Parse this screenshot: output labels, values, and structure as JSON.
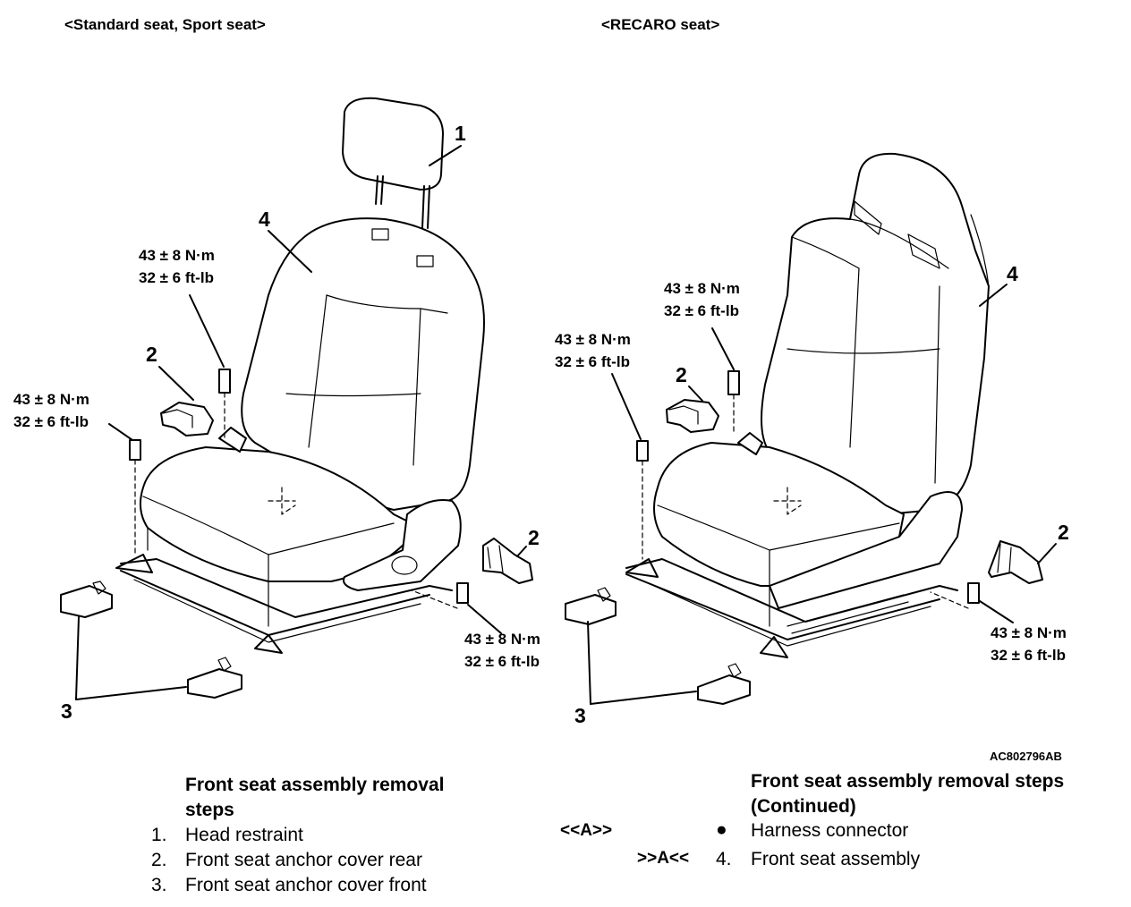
{
  "headings": {
    "left": "<Standard seat, Sport seat>",
    "right": "<RECARO seat>"
  },
  "torque": {
    "nm": "43 ± 8 N·m",
    "ftlb": "32 ± 6 ft-lb"
  },
  "callouts": {
    "c1": "1",
    "c2": "2",
    "c3": "3",
    "c4": "4"
  },
  "figure_code": "AC802796AB",
  "steps_left": {
    "title_line1": "Front seat assembly removal",
    "title_line2": "steps",
    "items": [
      {
        "num": "1.",
        "label": "Head restraint"
      },
      {
        "num": "2.",
        "label": "Front seat anchor cover rear"
      },
      {
        "num": "3.",
        "label": "Front seat anchor cover front"
      }
    ]
  },
  "steps_right": {
    "title_line1": "Front seat assembly removal steps",
    "title_line2": "(Continued)",
    "items": [
      {
        "ref": "<<A>>",
        "num": "●",
        "label": "Harness connector"
      },
      {
        "ref": ">>A<<",
        "num": "4.",
        "label": "Front seat assembly"
      }
    ]
  }
}
